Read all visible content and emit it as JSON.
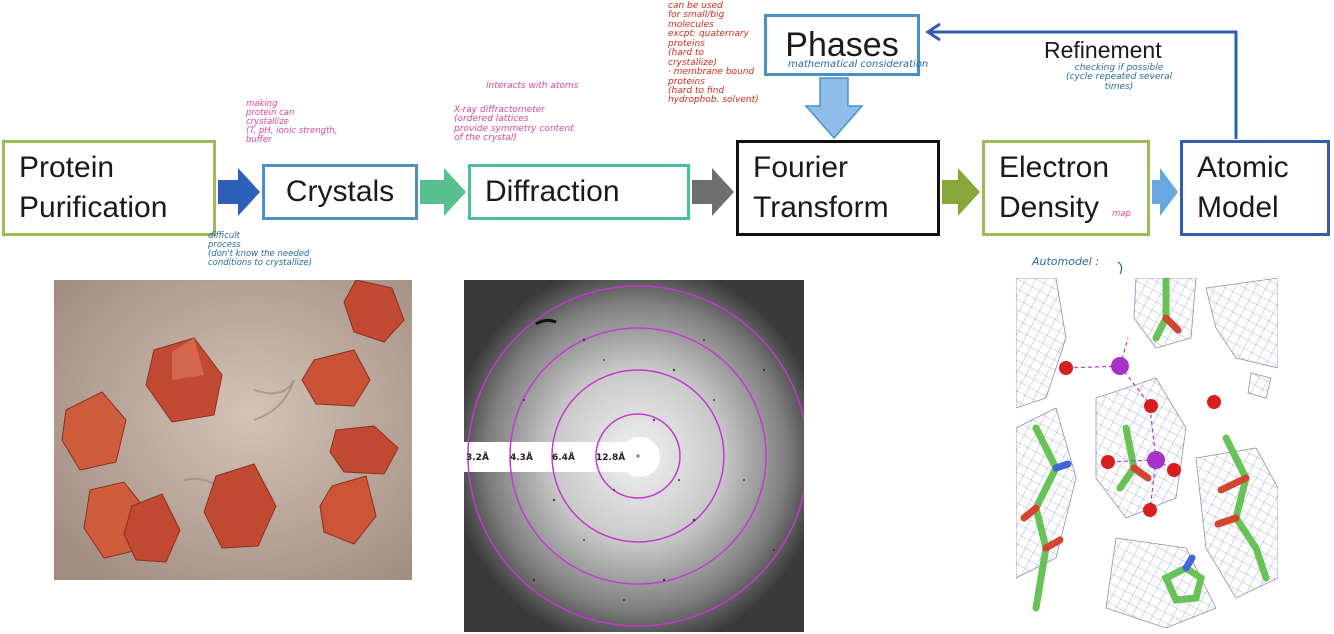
{
  "boxes": {
    "protein": "Protein\nPurification",
    "crystals": "Crystals",
    "diffraction": "Diffraction",
    "fourier": "Fourier\nTransform",
    "electron": "Electron\nDensity",
    "atomic": "Atomic\nModel",
    "phases": "Phases"
  },
  "refinement_label": "Refinement",
  "notes": {
    "crystals_conditions": "making\nprotein can\ncrystallize\n(T, pH, ionic strength,\nbuffer",
    "diffraction_interacts": "interacts with atoms",
    "diffraction_instrument": "X-ray diffractometer\n(ordered lattices\nprovide symmetry content\nof the crystal)",
    "difficult_process": "difficult\nprocess\n(don't know the needed\nconditions to crystallize)",
    "fourier_usage": "can be used\nfor small/big\nmolecules\nexcpt: quaternary\nproteins\n(hard to\ncrystallize)\n· membrane bound\nproteins\n(hard to find\nhydrophob. solvent)",
    "phases_math": "mathematical consideration",
    "refinement_note": "checking if possible\n(cycle repeated several\ntimes)",
    "density_map": "map",
    "automodel": "Automodel :"
  },
  "diffraction_rings": [
    "3.2Å",
    "4.3Å",
    "6.4Å",
    "12.8Å"
  ],
  "colors": {
    "green_box": "#9bbb59",
    "blue_box": "#4a90c8",
    "teal_box": "#4bc0a0",
    "dark_box": "#111111",
    "dark_blue_box": "#2e5fa8",
    "arrow_dark_blue": "#2d60b8",
    "arrow_teal": "#56c08f",
    "arrow_gray": "#6f6f6f",
    "arrow_olive": "#8aa63a",
    "arrow_light_blue": "#6aa8e0",
    "ring_magenta": "#c13ad0"
  }
}
